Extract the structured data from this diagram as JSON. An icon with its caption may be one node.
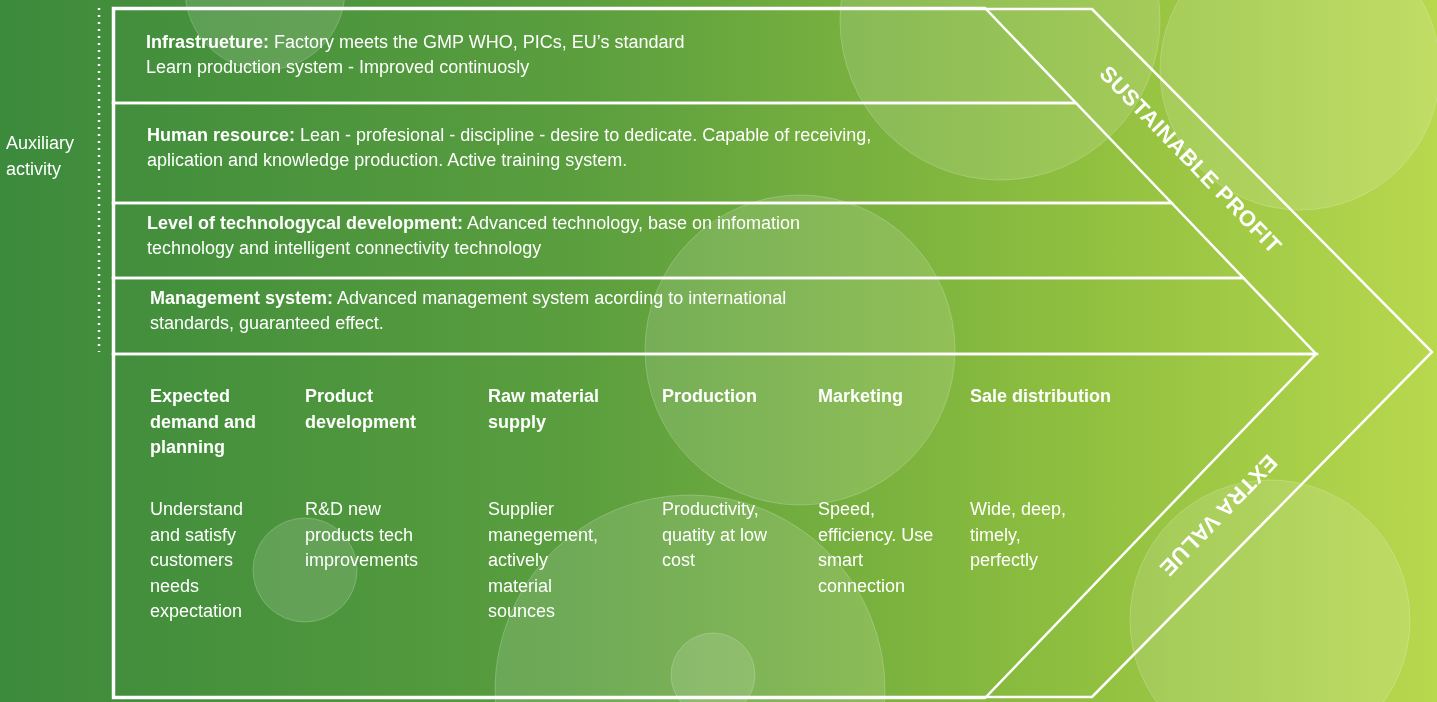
{
  "diagram": {
    "nodes": [
      {
        "text": [
          "SUSTAINABLE PROFIT",
          "EXTRA VALUE"
        ]
      },
      {
        "text": [
          "**Infrastrueture:** Factory meets the GMP WHO, PICs, EU’s standard Learn production system - Improved continuosly"
        ],
        "in": 0
      },
      {
        "text": [
          "**Human resource:** Lean - profesional - discipline - desire to dedicate. Capable of receiving, aplication and knowledge production. Active training system."
        ],
        "in": 0
      },
      {
        "text": [
          "**Level of technologycal development:** Advanced technology, base on infomation technology and intelligent connectivity technology"
        ],
        "in": 0
      },
      {
        "text": [
          "**Management system:** Advanced management system acording to international standards, guaranteed effect."
        ],
        "in": 0
      },
      {
        "text": [],
        "shape": "box",
        "in": 0
      }
    ],
    "edges": [],
    "labels": [
      "Auxiliary activity",
      "Expected demand and planning",
      "Product development",
      "Raw material supply",
      "Production",
      "Marketing",
      "Sale distribution",
      "Understand and satisfy customers needs expectation",
      "R&D new products tech improvements",
      "Supplier manegement, actively material sounces",
      "Productivity, quatity at low cost",
      "Speed, efficiency. Use smart connection",
      "Wide, deep, timely, perfectly"
    ]
  }
}
